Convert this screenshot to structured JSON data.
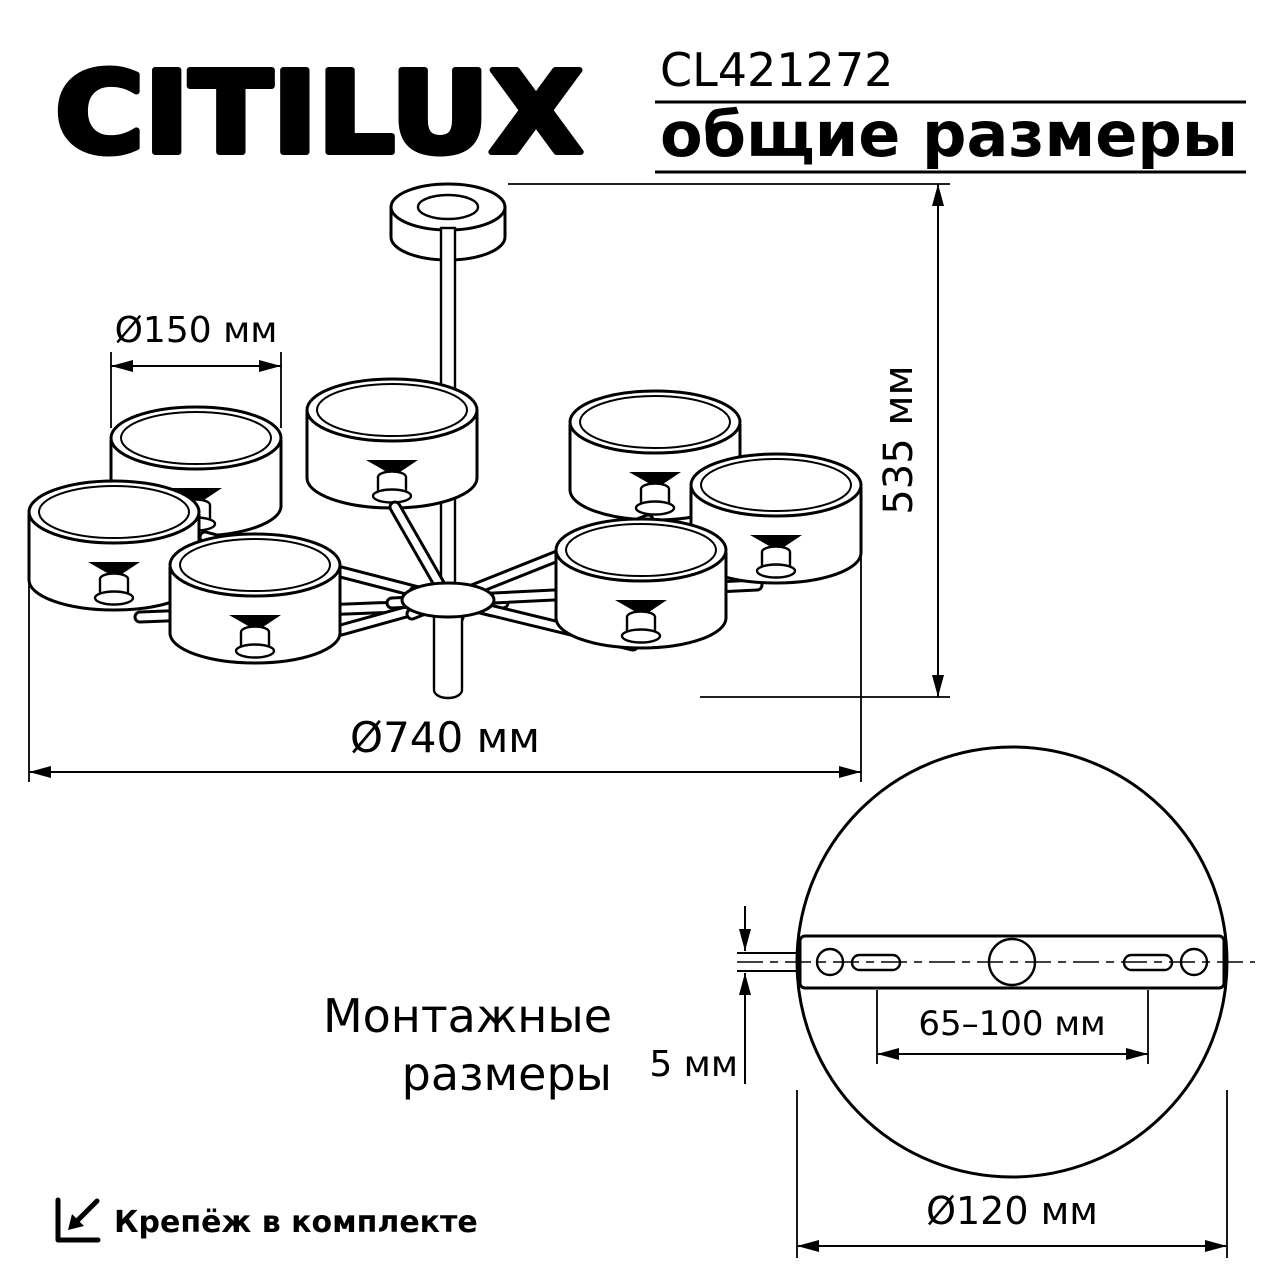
{
  "header": {
    "brand": "CITILUX",
    "model": "CL421272",
    "title": "общие размеры"
  },
  "main_view": {
    "dim_shade_diameter": "Ø150 мм",
    "dim_height": "535 мм",
    "dim_overall_diameter": "Ø740 мм"
  },
  "mounting_view": {
    "caption_line1": "Монтажные",
    "caption_line2": "размеры",
    "dim_plate_thickness": "5 мм",
    "dim_slot_spacing": "65–100 мм",
    "dim_plate_diameter": "Ø120 мм"
  },
  "footer": {
    "included_note": "Крепёж в комплекте"
  }
}
